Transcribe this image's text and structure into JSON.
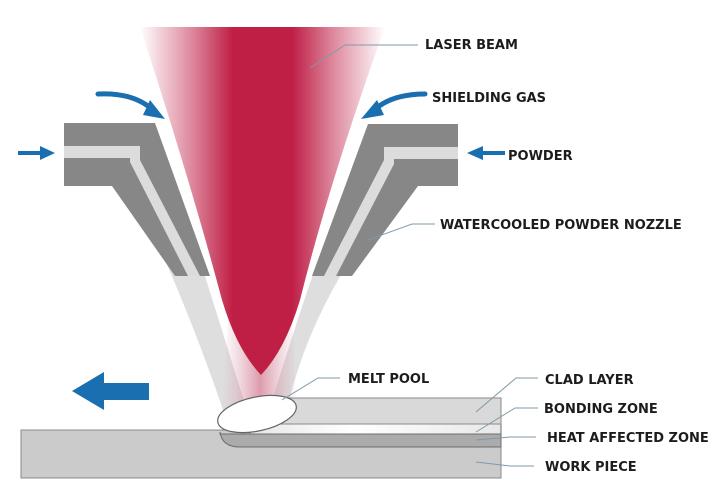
{
  "title": "Laser cladding process diagram",
  "colors": {
    "laser": "#bf1e45",
    "arrow": "#1a6fb0",
    "nozzle": "#878787",
    "channel": "#dcdcdc",
    "workpiece": "#cbcbcb",
    "clad": "#d9d9d9",
    "haz": "#a9a9a9"
  },
  "labels": {
    "laser_beam": "LASER BEAM",
    "shielding_gas": "SHIELDING GAS",
    "powder": "POWDER",
    "nozzle": "WATERCOOLED POWDER NOZZLE",
    "melt_pool": "MELT POOL",
    "clad_layer": "CLAD LAYER",
    "bonding_zone": "BONDING ZONE",
    "heat_affected_zone": "HEAT AFFECTED ZONE",
    "work_piece": "WORK PIECE"
  },
  "icons": {
    "direction_arrow": "arrow-left",
    "gas_arrows": "curved-arrow",
    "powder_arrows": "arrow-right"
  }
}
